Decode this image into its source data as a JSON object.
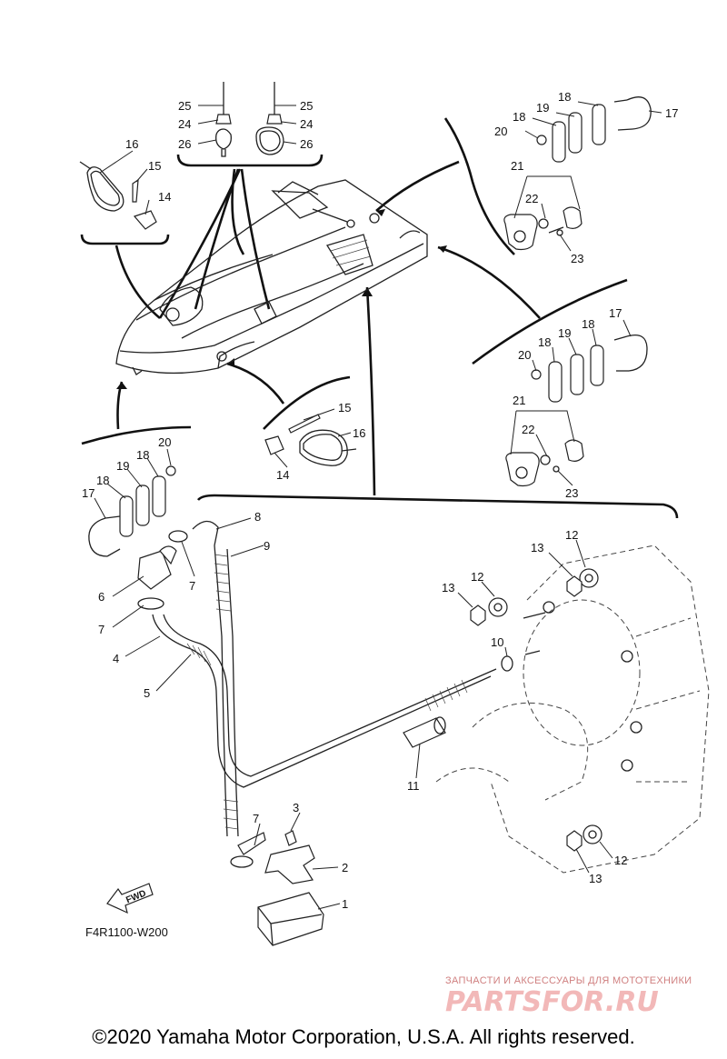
{
  "figure_code": "F4R1100-W200",
  "fwd_label": "FWD",
  "watermark": {
    "tagline": "ЗАПЧАСТИ И АКСЕССУАРЫ ДЛЯ МОТОТЕХНИКИ",
    "brand": "PARTSFOR.RU"
  },
  "copyright": "©2020 Yamaha Motor Corporation, U.S.A. All rights reserved.",
  "callouts": [
    {
      "id": "c25a",
      "text": "25"
    },
    {
      "id": "c25b",
      "text": "25"
    },
    {
      "id": "c24a",
      "text": "24"
    },
    {
      "id": "c24b",
      "text": "24"
    },
    {
      "id": "c26a",
      "text": "26"
    },
    {
      "id": "c26b",
      "text": "26"
    },
    {
      "id": "c16a",
      "text": "16"
    },
    {
      "id": "c15a",
      "text": "15"
    },
    {
      "id": "c14a",
      "text": "14"
    },
    {
      "id": "c18a",
      "text": "18"
    },
    {
      "id": "c17a",
      "text": "17"
    },
    {
      "id": "c19a",
      "text": "19"
    },
    {
      "id": "c18b",
      "text": "18"
    },
    {
      "id": "c20a",
      "text": "20"
    },
    {
      "id": "c21a",
      "text": "21"
    },
    {
      "id": "c22a",
      "text": "22"
    },
    {
      "id": "c23a",
      "text": "23"
    },
    {
      "id": "c17b",
      "text": "17"
    },
    {
      "id": "c20b",
      "text": "20"
    },
    {
      "id": "c18c",
      "text": "18"
    },
    {
      "id": "c19b",
      "text": "19"
    },
    {
      "id": "c18d",
      "text": "18"
    },
    {
      "id": "c21b",
      "text": "21"
    },
    {
      "id": "c22b",
      "text": "22"
    },
    {
      "id": "c23b",
      "text": "23"
    },
    {
      "id": "c15b",
      "text": "15"
    },
    {
      "id": "c16b",
      "text": "16"
    },
    {
      "id": "c14b",
      "text": "14"
    },
    {
      "id": "c20c",
      "text": "20"
    },
    {
      "id": "c18e",
      "text": "18"
    },
    {
      "id": "c19c",
      "text": "19"
    },
    {
      "id": "c18f",
      "text": "18"
    },
    {
      "id": "c17c",
      "text": "17"
    },
    {
      "id": "c8",
      "text": "8"
    },
    {
      "id": "c9",
      "text": "9"
    },
    {
      "id": "c7a",
      "text": "7"
    },
    {
      "id": "c6",
      "text": "6"
    },
    {
      "id": "c7b",
      "text": "7"
    },
    {
      "id": "c4",
      "text": "4"
    },
    {
      "id": "c5",
      "text": "5"
    },
    {
      "id": "c12a",
      "text": "12"
    },
    {
      "id": "c13a",
      "text": "13"
    },
    {
      "id": "c12b",
      "text": "12"
    },
    {
      "id": "c13b",
      "text": "13"
    },
    {
      "id": "c10",
      "text": "10"
    },
    {
      "id": "c11",
      "text": "11"
    },
    {
      "id": "c3",
      "text": "3"
    },
    {
      "id": "c7c",
      "text": "7"
    },
    {
      "id": "c2",
      "text": "2"
    },
    {
      "id": "c1",
      "text": "1"
    },
    {
      "id": "c12c",
      "text": "12"
    },
    {
      "id": "c13c",
      "text": "13"
    }
  ]
}
